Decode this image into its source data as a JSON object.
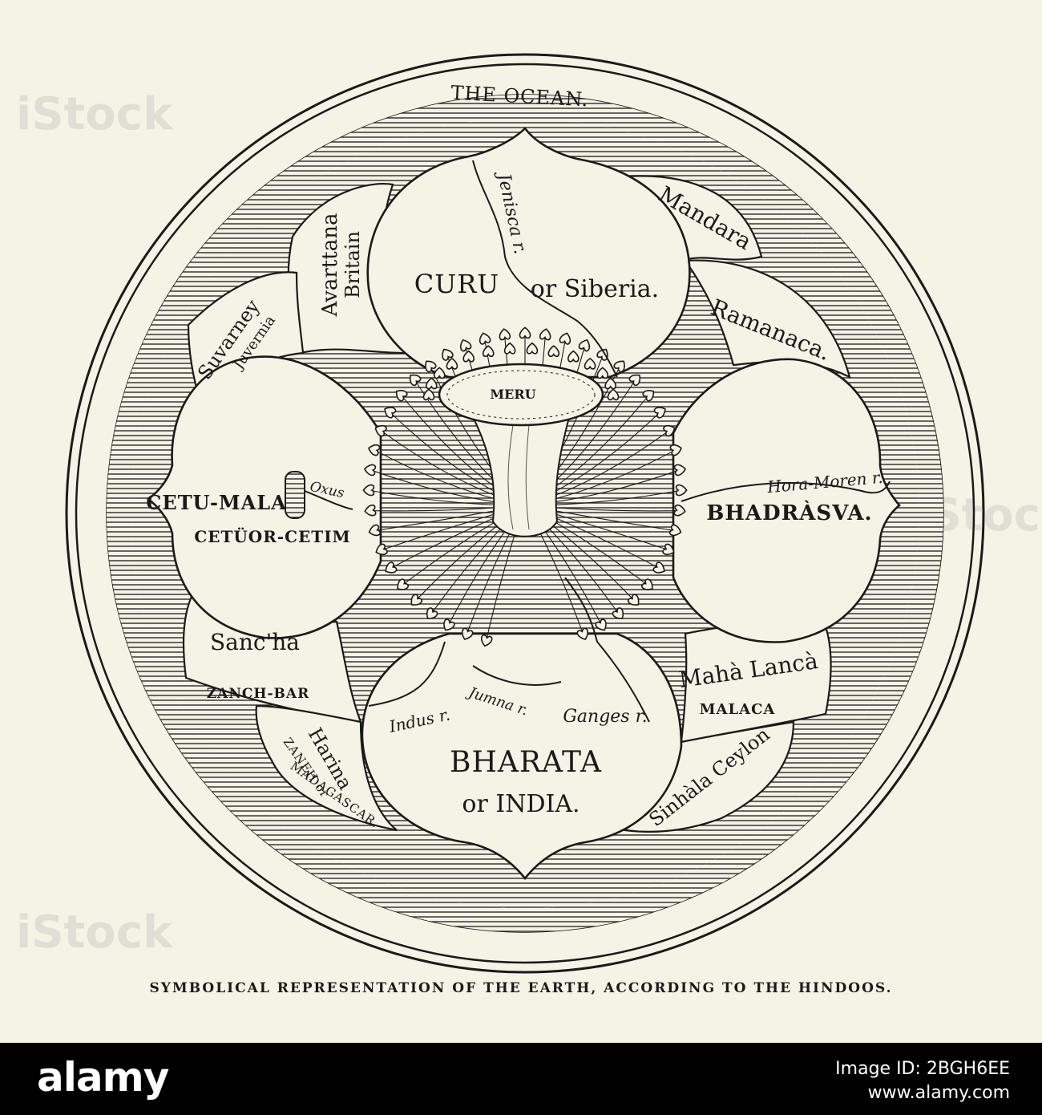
{
  "map": {
    "ocean_label": "THE OCEAN.",
    "center_label": "MERU",
    "regions": {
      "curu": "CURU",
      "curu_alt": "or Siberia.",
      "bharata": "BHARATA",
      "bharata_alt": "or INDIA.",
      "cetu_mala": "CETU-MALA",
      "cetu_alt": "CETÜOR-CETIM",
      "bhadrasva": "BHADRÀSVA."
    },
    "lesser_lands": {
      "mandara": "Mandara",
      "ramanaca": "Ramanaca.",
      "avarttana": "Avarttana",
      "britain": "Britain",
      "suvarney": "Suvarney",
      "juvernia": "Juvernia",
      "sancha": "Sanc'ha",
      "zanchbar": "ZANCH-BAR",
      "harina": "Harina",
      "zaneh": "ZANEH or",
      "madagascar": "MADAGASCAR.",
      "maha_lanca": "Mahà Lancà",
      "malaca": "MALACA",
      "sinhala": "Sinhàla Ceylon"
    },
    "rivers": {
      "jenisca": "Jenisca r.",
      "hora_moren": "Hora-Moren r.",
      "oxus": "Oxus",
      "indus": "Indus r.",
      "jumna": "Jumna r.",
      "ganges": "Ganges r."
    }
  },
  "caption": "SYMBOLICAL REPRESENTATION OF THE EARTH, ACCORDING TO THE HINDOOS.",
  "watermarks": [
    "iStock",
    "alamy"
  ],
  "footer": {
    "brand": "alamy",
    "image_id_line": "Image ID: 2BGH6EE",
    "url": "www.alamy.com"
  }
}
